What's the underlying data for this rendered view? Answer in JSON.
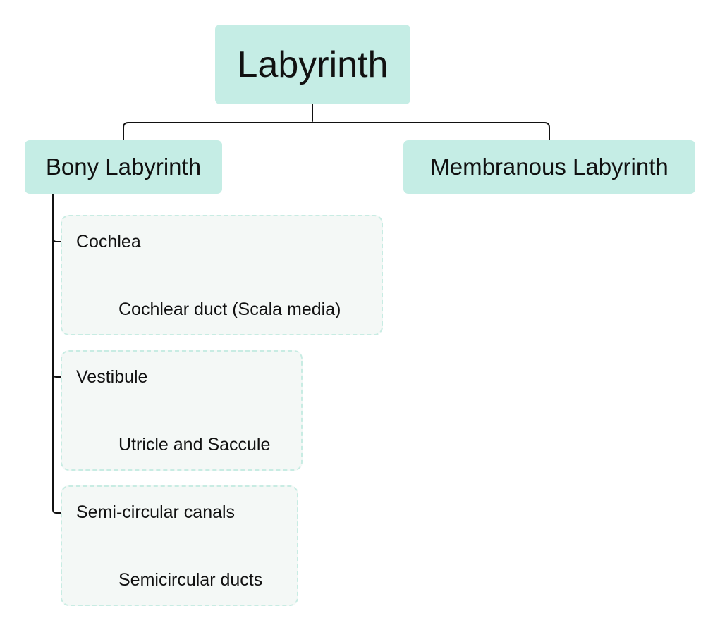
{
  "diagram": {
    "root": "Labyrinth",
    "branches": {
      "bony": "Bony Labyrinth",
      "membranous": "Membranous Labyrinth"
    },
    "bony_children": [
      {
        "label": "Cochlea",
        "child": "Cochlear duct (Scala media)"
      },
      {
        "label": "Vestibule",
        "child": "Utricle and Saccule"
      },
      {
        "label": "Semi-circular canals",
        "child": "Semicircular ducts"
      }
    ]
  },
  "colors": {
    "node_fill": "#c5ede5",
    "group_fill": "#f4f8f6",
    "group_border": "#c8ece3",
    "connector": "#111111"
  }
}
